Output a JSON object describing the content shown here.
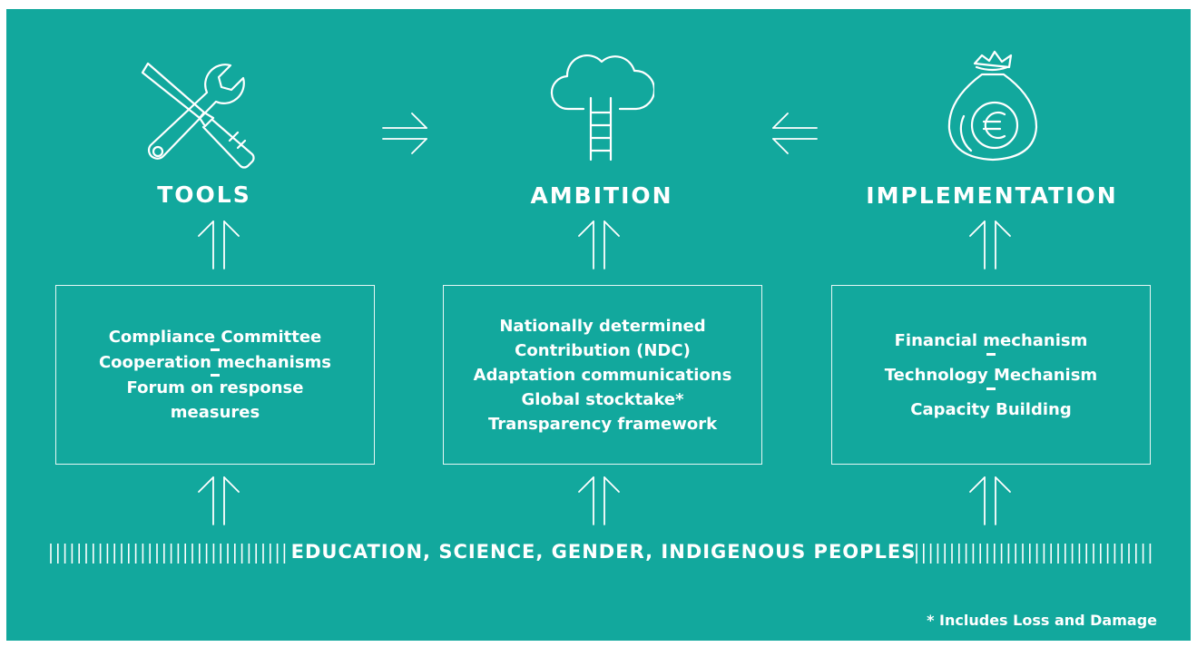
{
  "columns": [
    {
      "id": "tools",
      "title": "TOOLS",
      "icon": "wrench-screwdriver-icon",
      "items": [
        "Compliance Committee",
        "Cooperation mechanisms",
        "Forum on response measures"
      ]
    },
    {
      "id": "ambition",
      "title": "AMBITION",
      "icon": "cloud-ladder-icon",
      "items": [
        "Nationally determined",
        "Contribution (NDC)",
        "Adaptation communications",
        "Global stocktake*",
        "Transparency framework"
      ]
    },
    {
      "id": "implementation",
      "title": "IMPLEMENTATION",
      "icon": "euro-money-bag-icon",
      "items": [
        "Financial mechanism",
        "Technology Mechanism",
        "Capacity Building"
      ]
    }
  ],
  "footer": {
    "text": "EDUCATION, SCIENCE, GENDER, INDIGENOUS PEOPLES"
  },
  "note": "* Includes Loss and Damage",
  "colors": {
    "background": "#12a89d",
    "foreground": "#ffffff"
  }
}
